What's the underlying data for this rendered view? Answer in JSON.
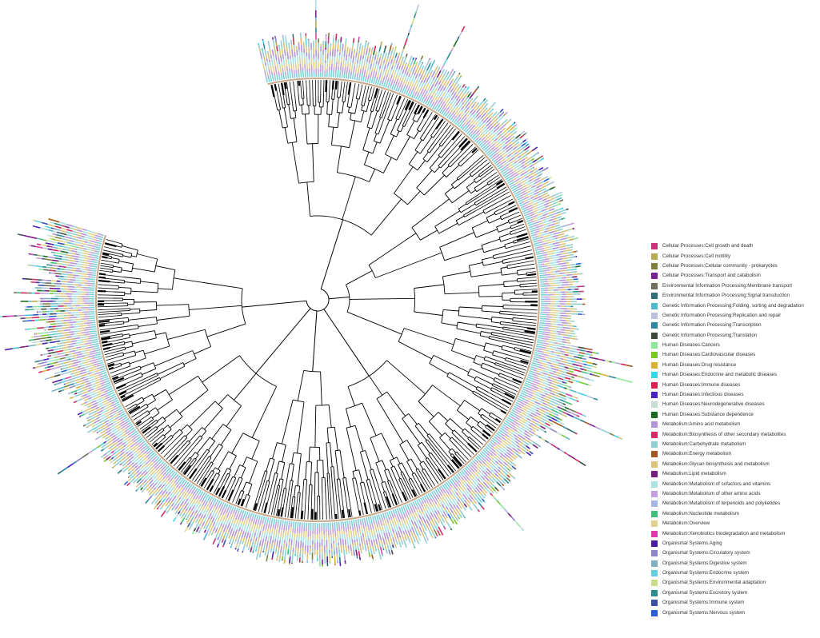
{
  "figure": {
    "type": "circular phylogenetic tree with stacked functional-category bars"
  },
  "legend": {
    "items": [
      {
        "label": "Cellular Processes:Cell growth and death",
        "color": "#c2387a"
      },
      {
        "label": "Cellular Processes:Cell motility",
        "color": "#b7ac52"
      },
      {
        "label": "Cellular Processes:Cellular community - prokaryotes",
        "color": "#7f7f3a"
      },
      {
        "label": "Cellular Processes:Transport and catabolism",
        "color": "#7a2197"
      },
      {
        "label": "Environmental Information Processing:Membrane transport",
        "color": "#70705a"
      },
      {
        "label": "Environmental Information Processing:Signal transduction",
        "color": "#2f6e78"
      },
      {
        "label": "Genetic Information Processing:Folding, sorting and degradation",
        "color": "#4fb9cf"
      },
      {
        "label": "Genetic Information Processing:Replication and repair",
        "color": "#b8c2df"
      },
      {
        "label": "Genetic Information Processing:Transcription",
        "color": "#2e88a4"
      },
      {
        "label": "Genetic Information Processing:Translation",
        "color": "#3c4a3c"
      },
      {
        "label": "Human Diseases:Cancers",
        "color": "#8ee89a"
      },
      {
        "label": "Human Diseases:Cardiovascular diseases",
        "color": "#79c82d"
      },
      {
        "label": "Human Diseases:Drug resistance",
        "color": "#d8b22f"
      },
      {
        "label": "Human Diseases:Endocrine and metabolic diseases",
        "color": "#3fd3ea"
      },
      {
        "label": "Human Diseases:Immune diseases",
        "color": "#d4264f"
      },
      {
        "label": "Human Diseases:Infectious diseases",
        "color": "#4b21c0"
      },
      {
        "label": "Human Diseases:Neurodegenerative diseases",
        "color": "#c6dfd3"
      },
      {
        "label": "Human Diseases:Substance dependence",
        "color": "#196b1f"
      },
      {
        "label": "Metabolism:Amino acid metabolism",
        "color": "#b393dc"
      },
      {
        "label": "Metabolism:Biosynthesis of other secondary metabolites",
        "color": "#d62b62"
      },
      {
        "label": "Metabolism:Carbohydrate metabolism",
        "color": "#8fd0d4"
      },
      {
        "label": "Metabolism:Energy metabolism",
        "color": "#a4571f"
      },
      {
        "label": "Metabolism:Glycan biosynthesis and metabolism",
        "color": "#dcc27a"
      },
      {
        "label": "Metabolism:Lipid metabolism",
        "color": "#7c1b7c"
      },
      {
        "label": "Metabolism:Metabolism of cofactors and vitamins",
        "color": "#a9e3e6"
      },
      {
        "label": "Metabolism:Metabolism of other amino acids",
        "color": "#c4a1de"
      },
      {
        "label": "Metabolism:Metabolism of terpenoids and polyketides",
        "color": "#a6b6e2"
      },
      {
        "label": "Metabolism:Nucleotide metabolism",
        "color": "#3fbf7c"
      },
      {
        "label": "Metabolism:Overview",
        "color": "#e3d28e"
      },
      {
        "label": "Metabolism:Xenobiotics biodegradation and metabolism",
        "color": "#d83fae"
      },
      {
        "label": "Organismal Systems:Aging",
        "color": "#4a1ea0"
      },
      {
        "label": "Organismal Systems:Circulatory system",
        "color": "#8c87c9"
      },
      {
        "label": "Organismal Systems:Digestive system",
        "color": "#7eb2c2"
      },
      {
        "label": "Organismal Systems:Endocrine system",
        "color": "#62d0dc"
      },
      {
        "label": "Organismal Systems:Environmental adaptation",
        "color": "#c9dc86"
      },
      {
        "label": "Organismal Systems:Excretory system",
        "color": "#2b8d8d"
      },
      {
        "label": "Organismal Systems:Immune system",
        "color": "#3a4ea5"
      },
      {
        "label": "Organismal Systems:Nervous system",
        "color": "#2a5ed8"
      }
    ]
  }
}
